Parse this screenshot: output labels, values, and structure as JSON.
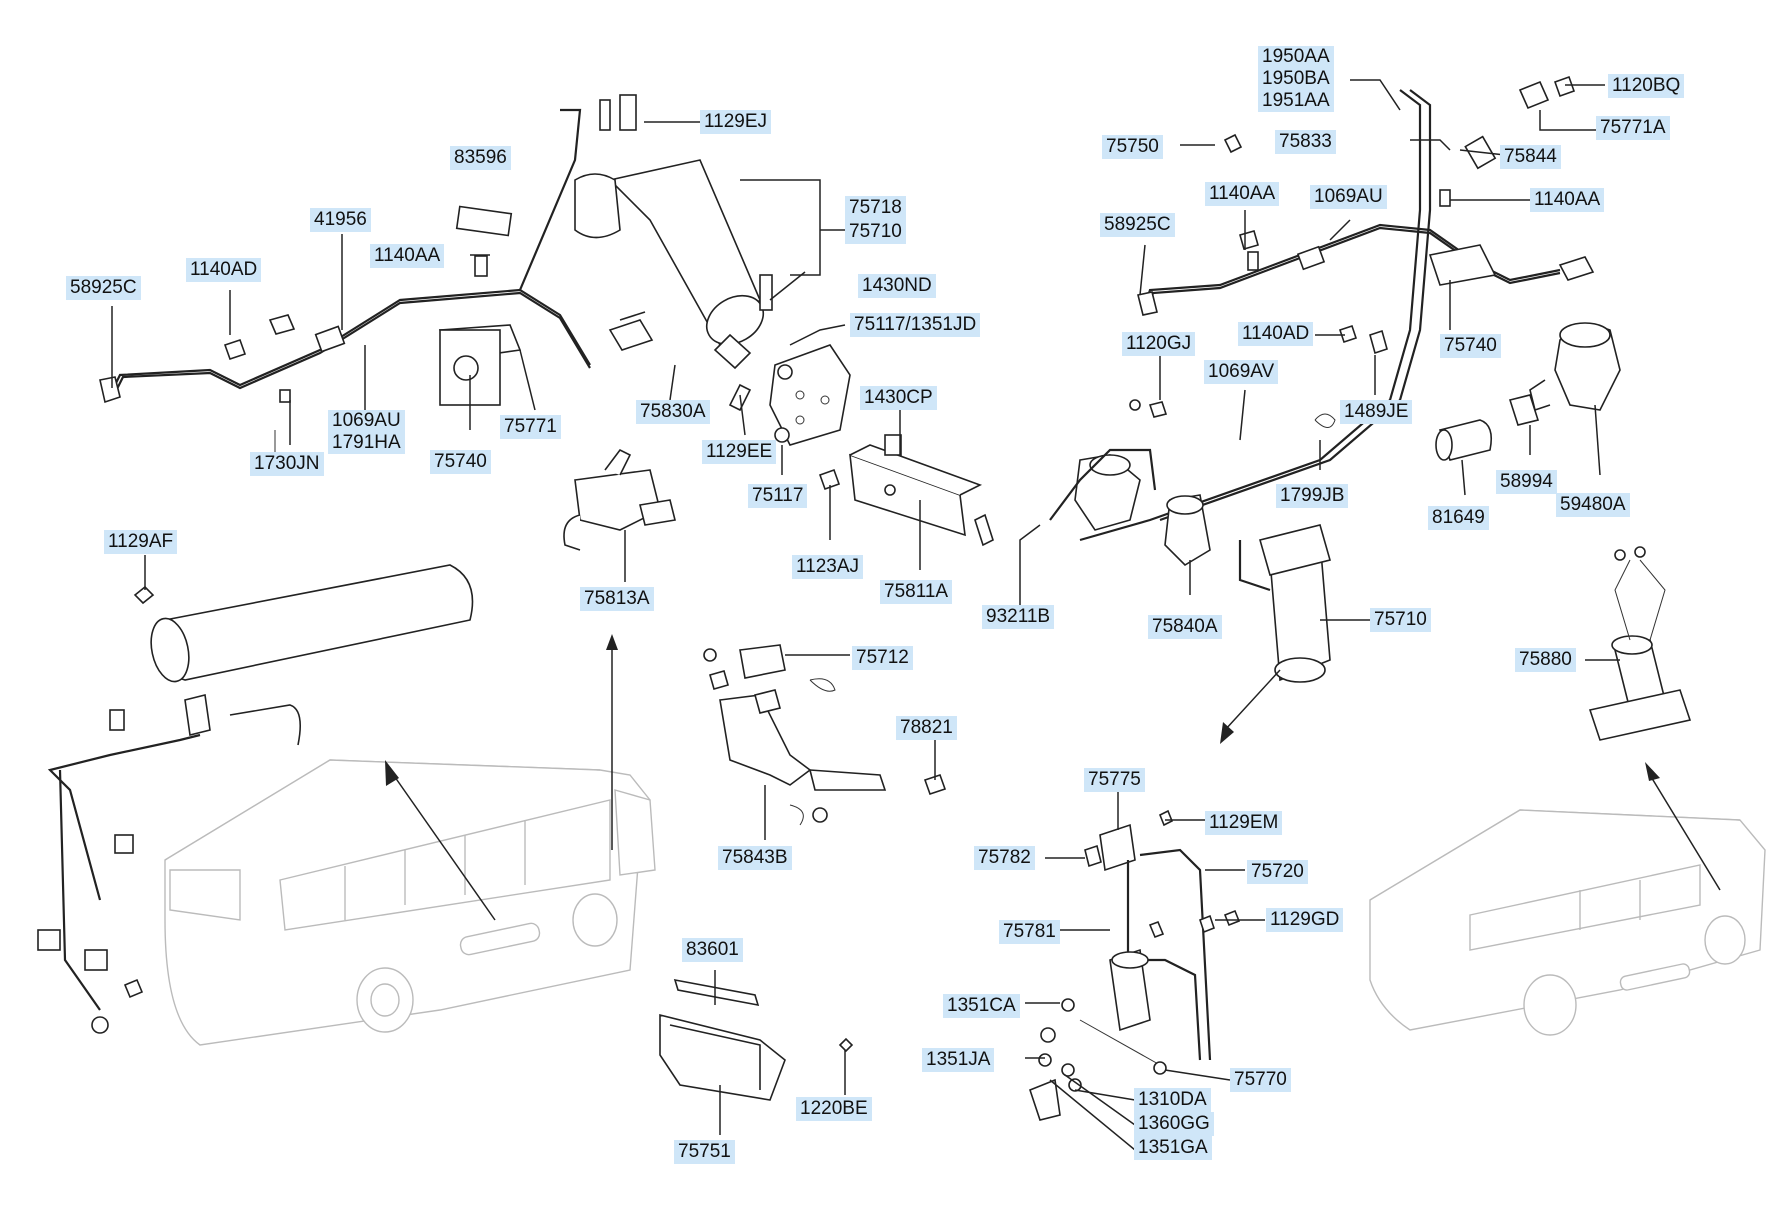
{
  "callouts": {
    "c58925c_l": "58925C",
    "c1140ad_l": "1140AD",
    "c41956": "41956",
    "c1140aa_l": "1140AA",
    "c83596": "83596",
    "c1129ej": "1129EJ",
    "c75718": "75718",
    "c75710_top": "75710",
    "c1430nd": "1430ND",
    "c75117_1351jd": "75117/1351JD",
    "c1069au_1791ha": "1069AU\n1791HA",
    "c1730jn": "1730JN",
    "c75740_l": "75740",
    "c75771": "75771",
    "c75830a": "75830A",
    "c1129ee": "1129EE",
    "c75117": "75117",
    "c1430cp": "1430CP",
    "c1123aj": "1123AJ",
    "c75811a": "75811A",
    "c75813a": "75813A",
    "c1129af": "1129AF",
    "c75712": "75712",
    "c78821": "78821",
    "c75843b": "75843B",
    "c83601": "83601",
    "c75751": "75751",
    "c1220be": "1220BE",
    "c1950aa_group": "1950AA\n1950BA\n1951AA",
    "c75750": "75750",
    "c75833": "75833",
    "c75844": "75844",
    "c1120bq": "1120BQ",
    "c75771a": "75771A",
    "c1140aa_r1": "1140AA",
    "c1069au_r": "1069AU",
    "c1140aa_r2": "1140AA",
    "c58925c_r": "58925C",
    "c75740_r": "75740",
    "c1120gj": "1120GJ",
    "c1140ad_r": "1140AD",
    "c1069av": "1069AV",
    "c1489je": "1489JE",
    "c1799jb": "1799JB",
    "c81649": "81649",
    "c58994": "58994",
    "c59480a": "59480A",
    "c93211b": "93211B",
    "c75840a": "75840A",
    "c75710_r": "75710",
    "c75880": "75880",
    "c75775": "75775",
    "c1129em": "1129EM",
    "c75782": "75782",
    "c75720": "75720",
    "c75781": "75781",
    "c1129gd": "1129GD",
    "c1351ca": "1351CA",
    "c1351ja": "1351JA",
    "c75770": "75770",
    "c1310da": "1310DA",
    "c1360gg": "1360GG",
    "c1351ga": "1351GA"
  },
  "colors": {
    "callout_bg": "#cfe6f8",
    "line": "#222222",
    "bus_outline": "#bbbbbb"
  }
}
